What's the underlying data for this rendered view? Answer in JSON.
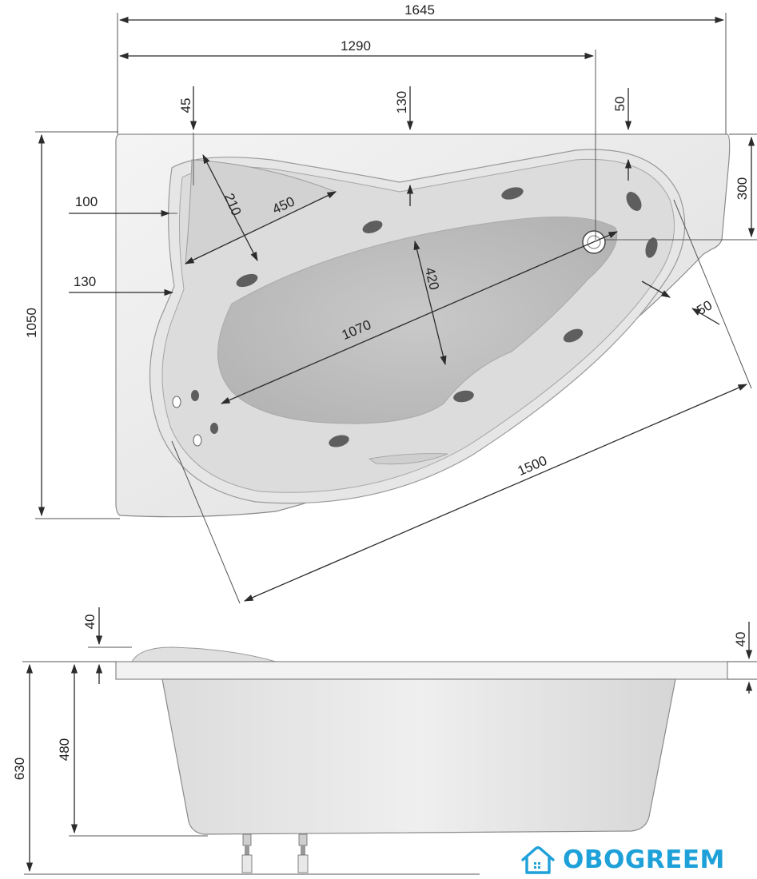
{
  "top_view": {
    "dims": {
      "overall_width": "1645",
      "drain_offset": "1290",
      "rim_top_left": "45",
      "rim_top_center": "130",
      "rim_top_right": "50",
      "right_side": "300",
      "left_side_upper": "100",
      "left_side_lower": "130",
      "overall_depth": "1050",
      "headrest_width": "210",
      "headrest_length": "450",
      "inner_depth": "420",
      "inner_length": "1070",
      "rim_right": "50",
      "diagonal_length": "1500"
    }
  },
  "side_view": {
    "dims": {
      "rim_left": "40",
      "rim_right": "40",
      "total_height": "630",
      "basin_height": "480"
    }
  },
  "brand": {
    "name": "OBOGREEM",
    "color": "#1ea0d8",
    "icon": "house-icon"
  }
}
